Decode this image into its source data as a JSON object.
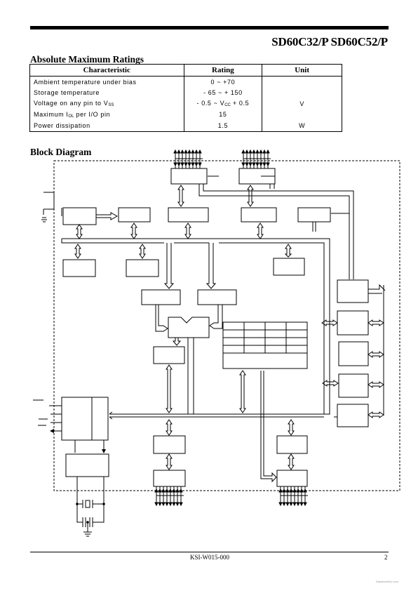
{
  "header": {
    "title": "SD60C32/P SD60C52/P"
  },
  "amr": {
    "title": "Absolute Maximum Ratings",
    "columns": [
      "Characteristic",
      "Rating",
      "Unit"
    ],
    "rows": [
      {
        "characteristic": "Ambient temperature under bias",
        "rating": "0 ~ +70",
        "unit": ""
      },
      {
        "characteristic": "Storage temperature",
        "rating": "- 65 ~ + 150",
        "unit": ""
      },
      {
        "characteristic_pre": "Voltage on any pin to V",
        "characteristic_sub": "SS",
        "rating_pre": "- 0.5 ~ V",
        "rating_sub": "CC",
        "rating_post": " + 0.5",
        "unit": "V"
      },
      {
        "characteristic_pre": "Maximum I",
        "characteristic_sub": "OL",
        "characteristic_post": " per I/O pin",
        "rating": "15",
        "unit": ""
      },
      {
        "characteristic": "Power dissipation",
        "rating": "1.5",
        "unit": "W"
      }
    ]
  },
  "block": {
    "title": "Block Diagram"
  },
  "footer": {
    "doc_id": "KSI-W015-000",
    "page": "2"
  },
  "watermark": "Datasheet4U.com"
}
